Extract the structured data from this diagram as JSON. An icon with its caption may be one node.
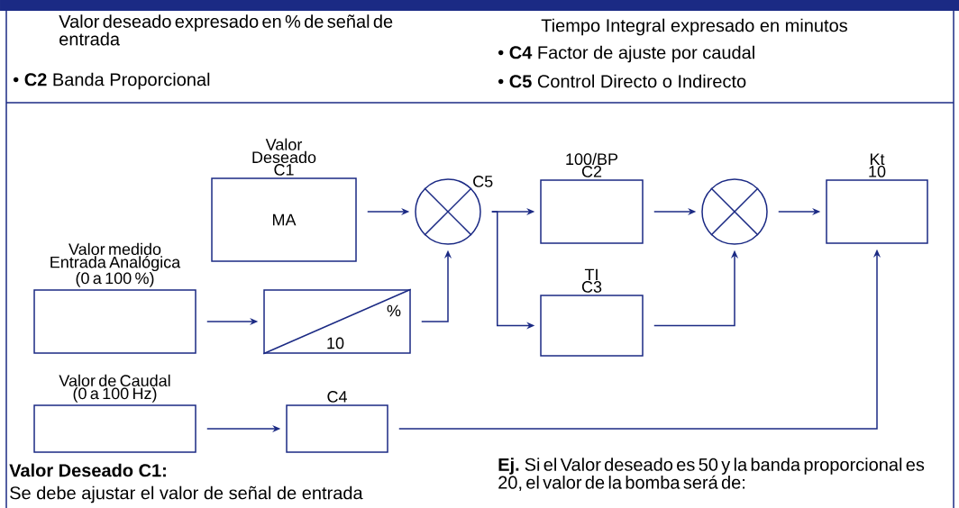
{
  "diagram": {
    "nodes": [
      {
        "text": [
          "Valor Deseado C1",
          "MA"
        ]
      },
      {
        "text": [
          "C5"
        ]
      },
      {
        "text": [
          "Valor medido Entrada Analógica (0 a 100 %)"
        ]
      },
      {
        "text": [
          "%",
          "10"
        ]
      },
      {
        "text": [
          "Valor de Caudal (0 a 100 Hz)"
        ]
      },
      {
        "text": [
          "C4"
        ]
      },
      {
        "text": [
          "100/BP C2"
        ]
      },
      {
        "text": [
          "TI C3"
        ]
      },
      {
        "text": [],
        "shape": "circle"
      },
      {
        "text": [
          "Kt 10"
        ]
      }
    ],
    "edges": [
      {
        "from": 0,
        "to": 1,
        "arrow": "to"
      },
      {
        "from": 2,
        "to": 3,
        "arrow": "to"
      },
      {
        "from": 3,
        "to": 1,
        "arrow": "to"
      },
      {
        "from": 1,
        "to": 6,
        "arrow": "to"
      },
      {
        "from": 1,
        "to": 7,
        "arrow": "to"
      },
      {
        "from": 6,
        "to": 8,
        "arrow": "to"
      },
      {
        "from": 7,
        "to": 8,
        "arrow": "to"
      },
      {
        "from": 8,
        "to": 9,
        "arrow": "to"
      },
      {
        "from": 4,
        "to": 5,
        "arrow": "to"
      },
      {
        "from": 5,
        "to": 9,
        "arrow": "to"
      }
    ],
    "labels": [
      "Valor deseado expresado en % de señal de entrada",
      "• **C2** Banda Proporcional",
      "Tiempo Integral expresado en minutos",
      "• **C4** Factor de ajuste por caudal",
      "• **C5** Control Directo o Indirecto",
      "Valor Deseado C1:",
      "Se debe ajustar el valor de señal de entrada",
      "**Ej.** Si el Valor deseado es 50 y la banda proporcional es 20, el valor de la bomba será de:"
    ]
  }
}
